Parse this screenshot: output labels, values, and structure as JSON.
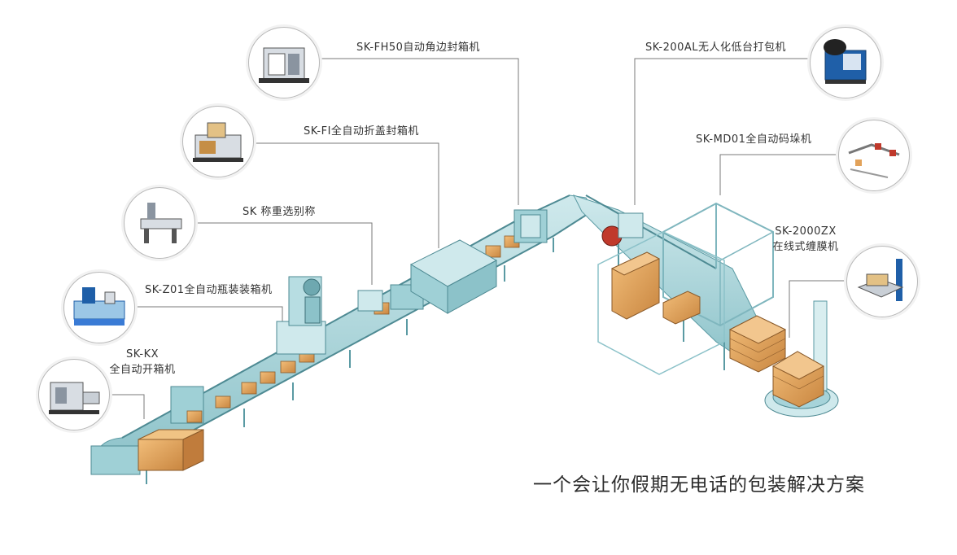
{
  "machines": [
    {
      "id": "kx",
      "label_line1": "SK-KX",
      "label_line2": "全自动开箱机"
    },
    {
      "id": "z01",
      "label": "SK-Z01全自动瓶装装箱机"
    },
    {
      "id": "weigh",
      "label": "SK 称重选别称"
    },
    {
      "id": "fi",
      "label": "SK-FI全自动折盖封箱机"
    },
    {
      "id": "fh50",
      "label": "SK-FH50自动角边封箱机"
    },
    {
      "id": "al",
      "label": "SK-200AL无人化低台打包机"
    },
    {
      "id": "md01",
      "label": "SK-MD01全自动码垛机"
    },
    {
      "id": "zx",
      "label_line1": "SK-2000ZX",
      "label_line2": "在线式缠膜机"
    }
  ],
  "tagline": "一个会让你假期无电话的包装解决方案",
  "colors": {
    "conveyor": "#9fd0d6",
    "conveyor_dark": "#5a9aa3",
    "box": "#e2a25a",
    "box_dark": "#b5753a",
    "machine_blue": "#1f5fa8",
    "leader_line": "#777777"
  }
}
